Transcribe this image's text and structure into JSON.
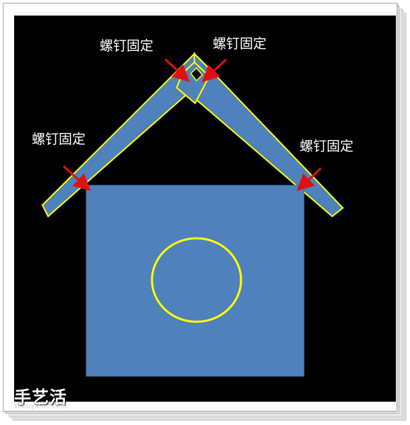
{
  "labels": {
    "top_left": "螺钉固定",
    "top_right": "螺钉固定",
    "left": "螺钉固定",
    "right": "螺钉固定"
  },
  "watermark": {
    "main": "手艺活",
    "sub": "shouyihuo.com"
  },
  "colors": {
    "background": "#000000",
    "board_fill": "#4f81bd",
    "outline": "#ffff00",
    "arrow": "#e01010",
    "label": "#ffffff"
  }
}
